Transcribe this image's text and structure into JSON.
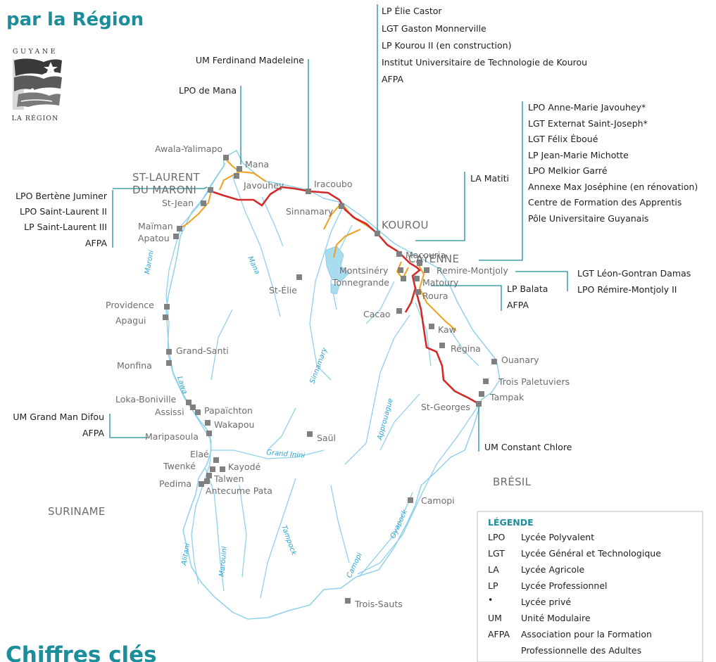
{
  "title_line": "par la Région",
  "footer_heading": "Chiffres clés",
  "logo": {
    "top": "GUYANE",
    "bottom": "LA RÉGION"
  },
  "regions": {
    "suriname": "SURINAME",
    "bresil": "BRÉSIL"
  },
  "major_towns": {
    "st_laurent_1": "ST-LAURENT",
    "st_laurent_2": "DU MARONI",
    "kourou": "KOUROU",
    "cayenne": "CAYENNE"
  },
  "towns": {
    "awala": "Awala-Yalimapo",
    "mana": "Mana",
    "javouhey": "Javouhey",
    "st_jean": "St-Jean",
    "maiman": "Maïman",
    "apatou": "Apatou",
    "iracoubo": "Iracoubo",
    "sinnamary": "Sinnamary",
    "macouria": "Macouria",
    "montsinery": "Montsinéry",
    "tonnegrande": "Tonnegrande",
    "remire": "Remire-Montjoly",
    "matoury": "Matoury",
    "roura": "Roura",
    "cacao": "Cacao",
    "kaw": "Kaw",
    "regina": "Régina",
    "ouanary": "Ouanary",
    "trois_paletuviers": "Trois Paletuviers",
    "tampak": "Tampak",
    "st_georges": "St-Georges",
    "st_elie": "St-Élie",
    "providence": "Providence",
    "apagui": "Apagui",
    "grand_santi": "Grand-Santi",
    "monfina": "Monfina",
    "loka": "Loka-Boniville",
    "assissi": "Assissi",
    "papaichton": "Papaïchton",
    "wakapou": "Wakapou",
    "maripasoula": "Maripasoula",
    "saul": "Saül",
    "elae": "Elaé",
    "twenke": "Twenké",
    "kayode": "Kayodé",
    "talwen": "Talwen",
    "pedima": "Pedima",
    "antecume": "Antecume Pata",
    "camopi": "Camopi",
    "trois_sauts": "Trois-Sauts"
  },
  "rivers": {
    "maroni": "Maroni",
    "mana": "Mana",
    "lawa": "Lawa",
    "sinnamary": "Sinnamary",
    "approuague": "Approuague",
    "grand_inini": "Grand Inini",
    "tampock": "Tampock",
    "alitani": "Alitani",
    "marouini": "Marouini",
    "camopi": "Camopi",
    "oyapock": "Oyapock"
  },
  "callouts": {
    "kourou": [
      "LP Élie Castor",
      "LGT Gaston Monnerville",
      "LP Kourou II (en construction)",
      "Institut Universitaire de Technologie de Kourou",
      "AFPA"
    ],
    "iracoubo": [
      "UM Ferdinand Madeleine"
    ],
    "mana": [
      "LPO de Mana"
    ],
    "cayenne": [
      "LPO Anne-Marie Javouhey*",
      "LGT Externat Saint-Joseph*",
      "LGT Félix Éboué",
      "LP Jean-Marie Michotte",
      "LPO Melkior Garré",
      "Annexe Max Joséphine (en rénovation)",
      "Centre de Formation des Apprentis",
      "Pôle Universitaire Guyanais"
    ],
    "macouria": [
      "LA Matiti"
    ],
    "remire": [
      "LGT Léon-Gontran Damas",
      "LPO Rémire-Montjoly II"
    ],
    "matoury": [
      "LP Balata",
      "AFPA"
    ],
    "st_laurent": [
      "LPO Bertène Juminer",
      "LPO Saint-Laurent II",
      "LP Saint-Laurent III",
      "AFPA"
    ],
    "maripasoula": [
      "UM Grand Man Difou",
      "AFPA"
    ],
    "st_georges": [
      "UM Constant Chlore"
    ]
  },
  "legend": {
    "title": "LÉGENDE",
    "items": [
      {
        "code": "LPO",
        "text": "Lycée Polyvalent"
      },
      {
        "code": "LGT",
        "text": "Lycée Général et Technologique"
      },
      {
        "code": "LA",
        "text": "Lycée Agricole"
      },
      {
        "code": "LP",
        "text": "Lycée Professionnel"
      },
      {
        "code": "•",
        "text": "Lycée privé"
      },
      {
        "code": "UM",
        "text": "Unité Modulaire"
      },
      {
        "code": "AFPA",
        "text": "Association pour la Formation"
      },
      {
        "code": "",
        "text": "Professionnelle des Adultes"
      }
    ]
  },
  "colors": {
    "accent": "#1c8d9a",
    "road_main": "#d42a2a",
    "road_secondary": "#f0a01c",
    "river": "#8fd0ea",
    "town": "#808080"
  }
}
